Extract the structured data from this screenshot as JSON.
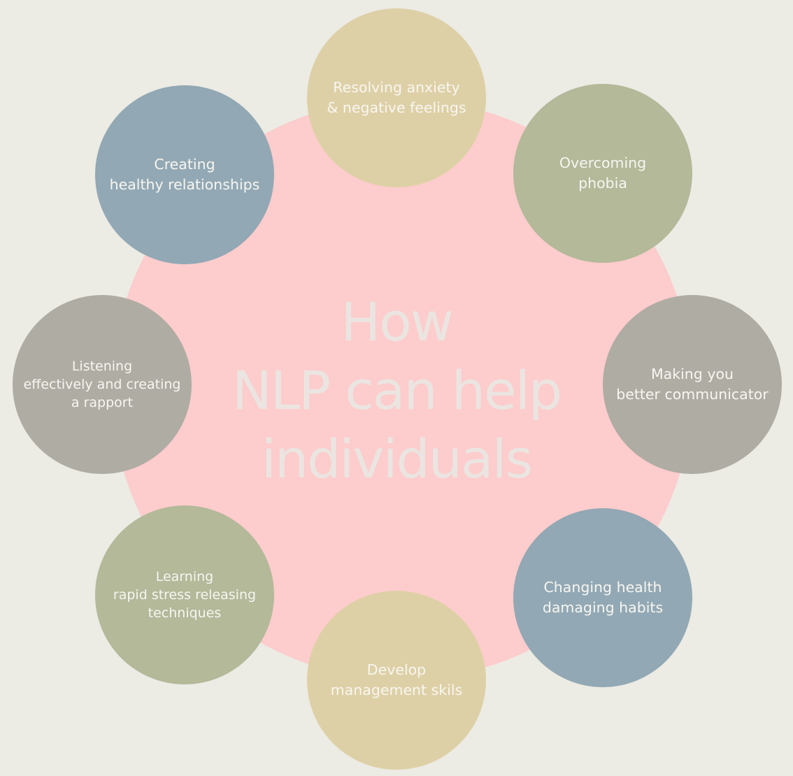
{
  "center": {
    "title_lines": [
      "How",
      "NLP can help",
      "individuals"
    ]
  },
  "nodes": [
    {
      "id": "top",
      "label": "Resolving anxiety\n& negative feelings"
    },
    {
      "id": "tr",
      "label": "Overcoming\nphobia"
    },
    {
      "id": "right",
      "label": "Making you\nbetter communicator"
    },
    {
      "id": "br",
      "label": "Changing health\ndamaging habits"
    },
    {
      "id": "bottom",
      "label": "Develop\nmanagement skils"
    },
    {
      "id": "bl",
      "label": "Learning\nrapid stress releasing\ntechniques"
    },
    {
      "id": "left",
      "label": "Listening\neffectively and creating\na rapport"
    },
    {
      "id": "tl",
      "label": "Creating\nhealthy relationships"
    }
  ],
  "colors": {
    "background": "#ecebe4",
    "hub": "#fdcccc",
    "hub_text": "#ebe5e1",
    "tan": "#ded0a6",
    "sage": "#b3b999",
    "gray": "#afaca4",
    "blue": "#92a8b4",
    "node_text": "#f7f6f1"
  }
}
